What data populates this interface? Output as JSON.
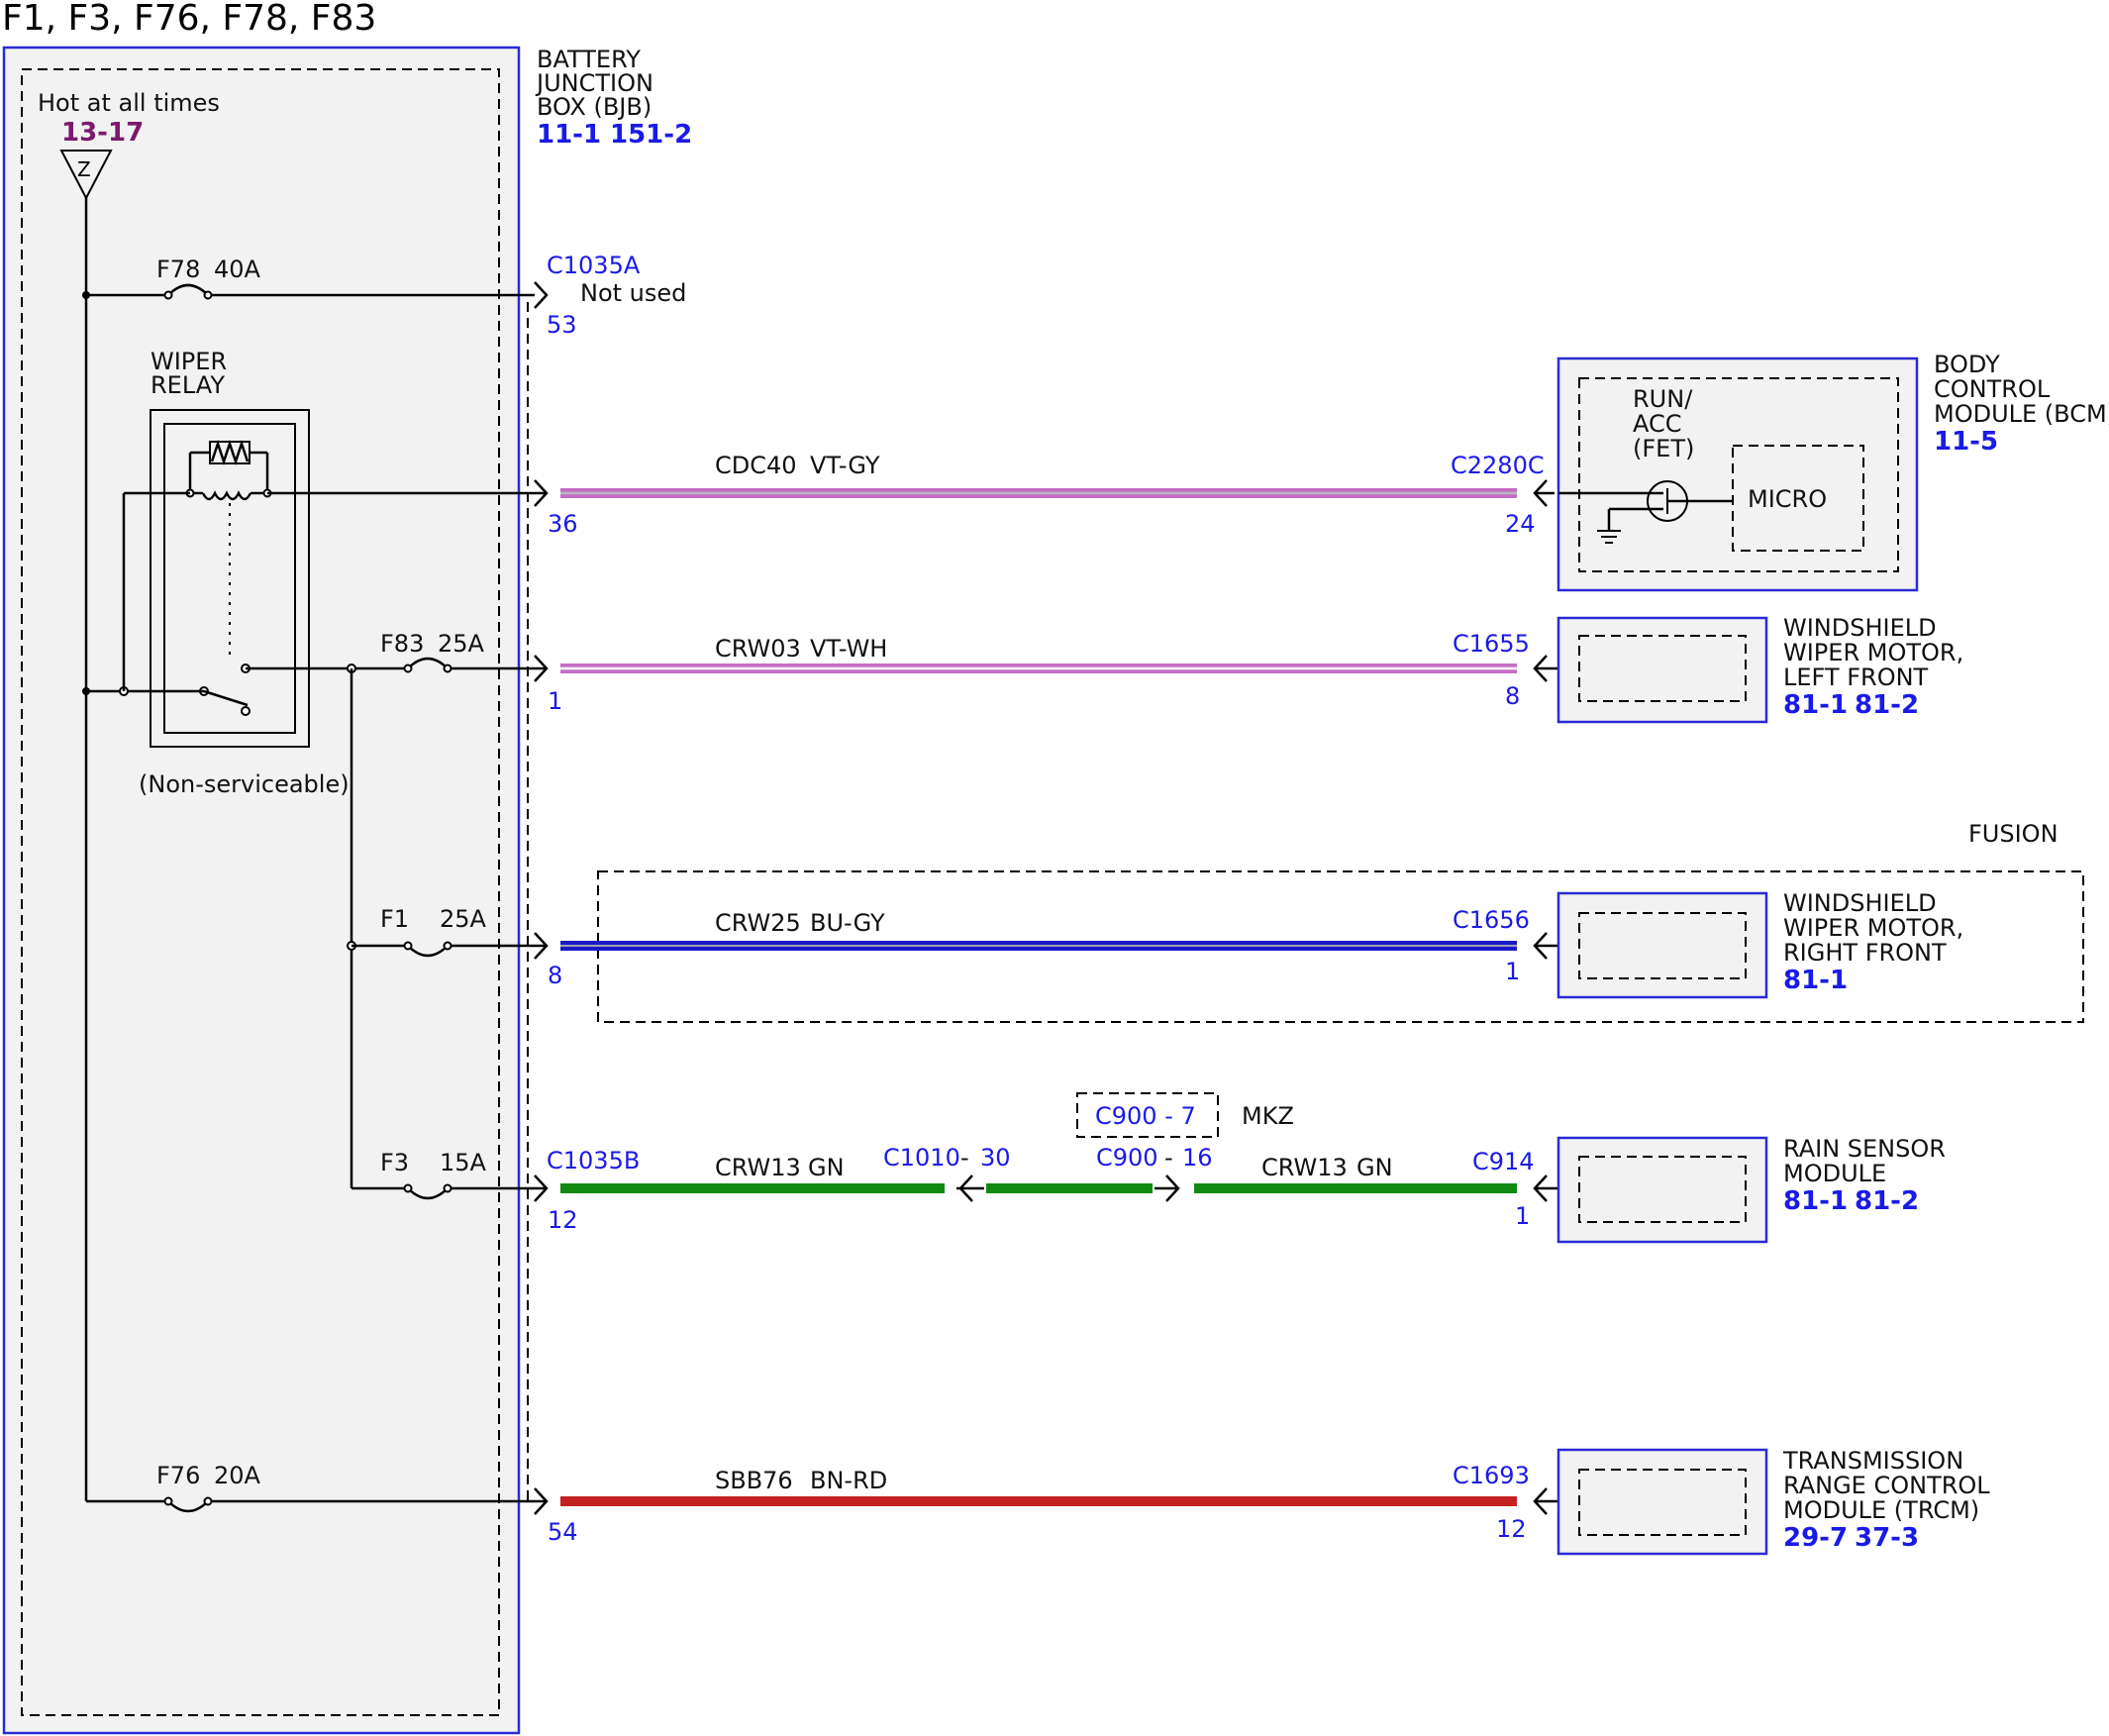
{
  "title": "F1, F3, F76, F78, F83",
  "bjb": {
    "name_lines": [
      "BATTERY",
      "JUNCTION",
      "BOX (BJB)"
    ],
    "refs": [
      "11-1",
      "151-2"
    ],
    "hot_text": "Hot at all times",
    "hot_ref": "13-17",
    "source_symbol": "Z",
    "relay_name_lines": [
      "WIPER",
      "RELAY"
    ],
    "relay_note": "(Non-serviceable)"
  },
  "fuses": {
    "f78": {
      "name": "F78",
      "rating": "40A"
    },
    "f83": {
      "name": "F83",
      "rating": "25A"
    },
    "f1": {
      "name": "F1",
      "rating": "25A"
    },
    "f3": {
      "name": "F3",
      "rating": "15A"
    },
    "f76": {
      "name": "F76",
      "rating": "20A"
    }
  },
  "not_used": {
    "connector": "C1035A",
    "pin": "53",
    "text": "Not used"
  },
  "circuits": [
    {
      "name": "CDC40",
      "color_code": "VT-GY",
      "bjb_pin": "36",
      "dest_connector": "C2280C",
      "dest_pin": "24",
      "wire_color": "#c46cc4",
      "stripe": "#b9b9c4"
    },
    {
      "name": "CRW03",
      "color_code": "VT-WH",
      "bjb_pin": "1",
      "dest_connector": "C1655",
      "dest_pin": "8",
      "wire_color": "#c46cc4",
      "stripe": "#ffffff"
    },
    {
      "name": "CRW25",
      "color_code": "BU-GY",
      "bjb_pin": "8",
      "dest_connector": "C1656",
      "dest_pin": "1",
      "wire_color": "#1a1ac8",
      "stripe": "#a0a0b4"
    },
    {
      "name": "CRW13",
      "color_code": "GN",
      "bjb_pin": "12",
      "bjb_connector": "C1035B",
      "dest_connector": "C914",
      "dest_pin": "1",
      "wire_color": "#128a12"
    },
    {
      "name": "SBB76",
      "color_code": "BN-RD",
      "bjb_pin": "54",
      "dest_connector": "C1693",
      "dest_pin": "12",
      "wire_color": "#c42222"
    }
  ],
  "crw13_second_name": "CRW13",
  "crw13_second_color": "GN",
  "inline": {
    "c1010": "C1010",
    "c1010_sep": "-",
    "c1010_pin": "30",
    "c900": "C900",
    "c900_sep": "-",
    "c900_pin": "16",
    "mkz_box": "C900 - 7",
    "mkz_label": "MKZ"
  },
  "fusion_label": "FUSION",
  "modules": {
    "bcm": {
      "name_lines": [
        "BODY",
        "CONTROL",
        "MODULE (BCM)"
      ],
      "refs": [
        "11-5"
      ],
      "internal_lines": [
        "RUN/",
        "ACC",
        "(FET)"
      ],
      "micro": "MICRO"
    },
    "wiper_lf": {
      "name_lines": [
        "WINDSHIELD",
        "WIPER MOTOR,",
        "LEFT FRONT"
      ],
      "refs": [
        "81-1",
        "81-2"
      ]
    },
    "wiper_rf": {
      "name_lines": [
        "WINDSHIELD",
        "WIPER MOTOR,",
        "RIGHT FRONT"
      ],
      "refs": [
        "81-1"
      ]
    },
    "rain": {
      "name_lines": [
        "RAIN SENSOR",
        "MODULE"
      ],
      "refs": [
        "81-1",
        "81-2"
      ]
    },
    "trcm": {
      "name_lines": [
        "TRANSMISSION",
        "RANGE CONTROL",
        "MODULE (TRCM)"
      ],
      "refs": [
        "29-7",
        "37-3"
      ]
    }
  }
}
